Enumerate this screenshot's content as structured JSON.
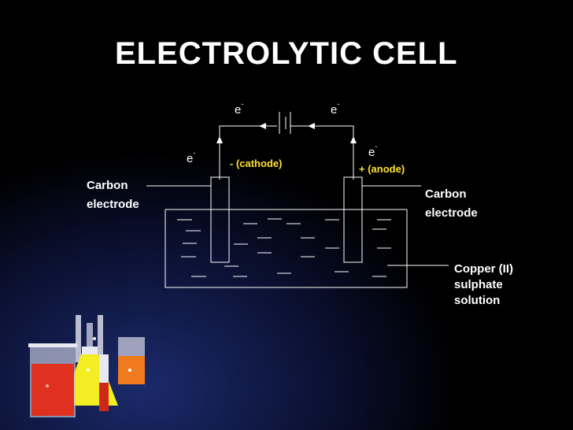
{
  "slide": {
    "title": "ELECTROLYTIC CELL",
    "colors": {
      "background": "#000000",
      "text": "#ffffff",
      "electrode_labels": "#ffe030"
    }
  },
  "diagram": {
    "electron_labels": {
      "symbol": "e",
      "charge": "-"
    },
    "cathode_label": "- (cathode)",
    "anode_label": "+ (anode)",
    "left_electrode": {
      "line1": "Carbon",
      "line2": "electrode"
    },
    "right_electrode": {
      "line1": "Carbon",
      "line2": "electrode"
    },
    "solution": {
      "line1": "Copper (II)",
      "line2": "sulphate",
      "line3": "solution"
    },
    "decor_icon": "laboratory-flasks-icon"
  }
}
